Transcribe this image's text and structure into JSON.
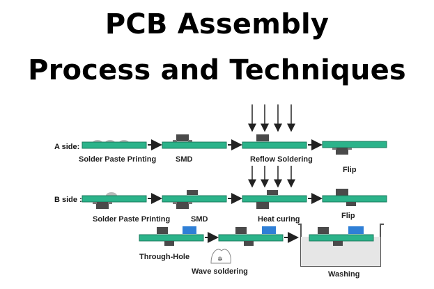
{
  "title_line1": "PCB Assembly",
  "title_line2": "Process and Techniques",
  "sides": {
    "a": "A side:",
    "b": "B side :"
  },
  "row_a": {
    "step1": "Solder Paste Printing",
    "step2": "SMD",
    "step3": "Reflow Soldering",
    "step4": "Flip"
  },
  "row_b": {
    "step1": "Solder Paste Printing",
    "step2": "SMD",
    "step3": "Heat curing",
    "step4": "Flip"
  },
  "row_c": {
    "step1": "Through-Hole",
    "step2": "Wave soldering",
    "step3": "Washing"
  },
  "colors": {
    "board": "#2bb38a",
    "board_edge": "#1a7a5c",
    "chip_dark": "#4a4a4a",
    "chip_blue": "#2f7fd6",
    "paste": "#b8b8b8",
    "arrow": "#222222"
  }
}
